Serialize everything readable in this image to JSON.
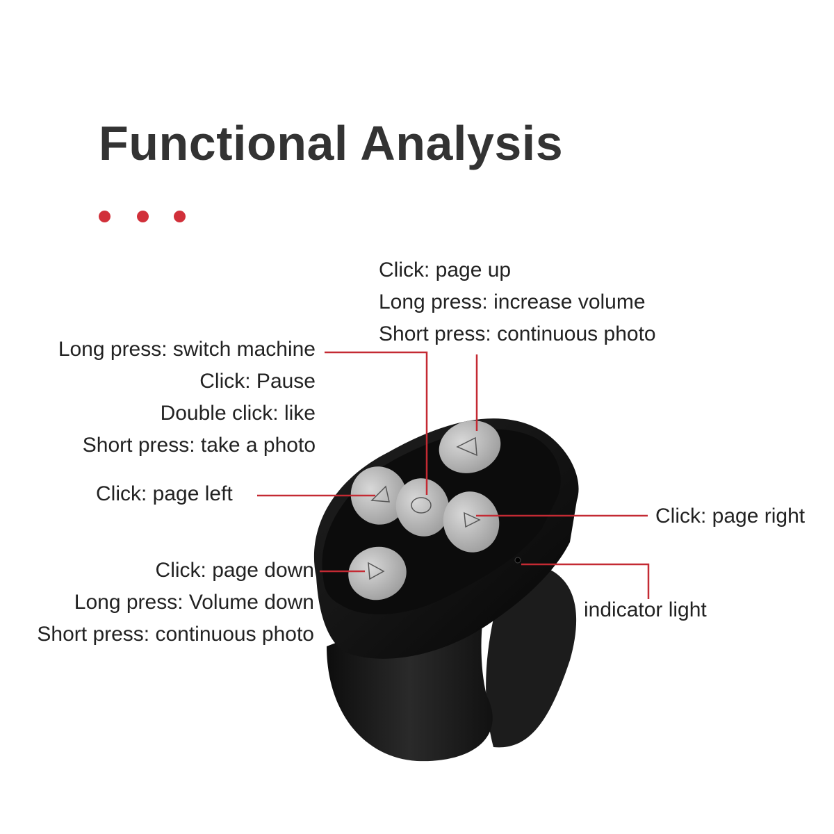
{
  "title": "Functional Analysis",
  "accent_color": "#d1303a",
  "callouts": {
    "top": {
      "lines": [
        "Click: page up",
        "Long press: increase volume",
        "Short press: continuous photo"
      ]
    },
    "center": {
      "lines": [
        "Long press: switch machine",
        "Click: Pause",
        "Double click: like",
        "Short press: take a photo"
      ]
    },
    "left": {
      "lines": [
        "Click: page left"
      ]
    },
    "right": {
      "lines": [
        "Click: page right"
      ]
    },
    "bottom": {
      "lines": [
        "Click: page down",
        "Long press: Volume down",
        "Short press: continuous photo"
      ]
    },
    "indicator": {
      "lines": [
        "indicator light"
      ]
    }
  },
  "device": {
    "buttons": [
      {
        "name": "button-up",
        "icon": "triangle-left-icon"
      },
      {
        "name": "button-left",
        "icon": "triangle-up-icon"
      },
      {
        "name": "button-center",
        "icon": "circle-icon"
      },
      {
        "name": "button-right",
        "icon": "triangle-right-icon"
      },
      {
        "name": "button-down",
        "icon": "triangle-right-icon"
      }
    ]
  }
}
